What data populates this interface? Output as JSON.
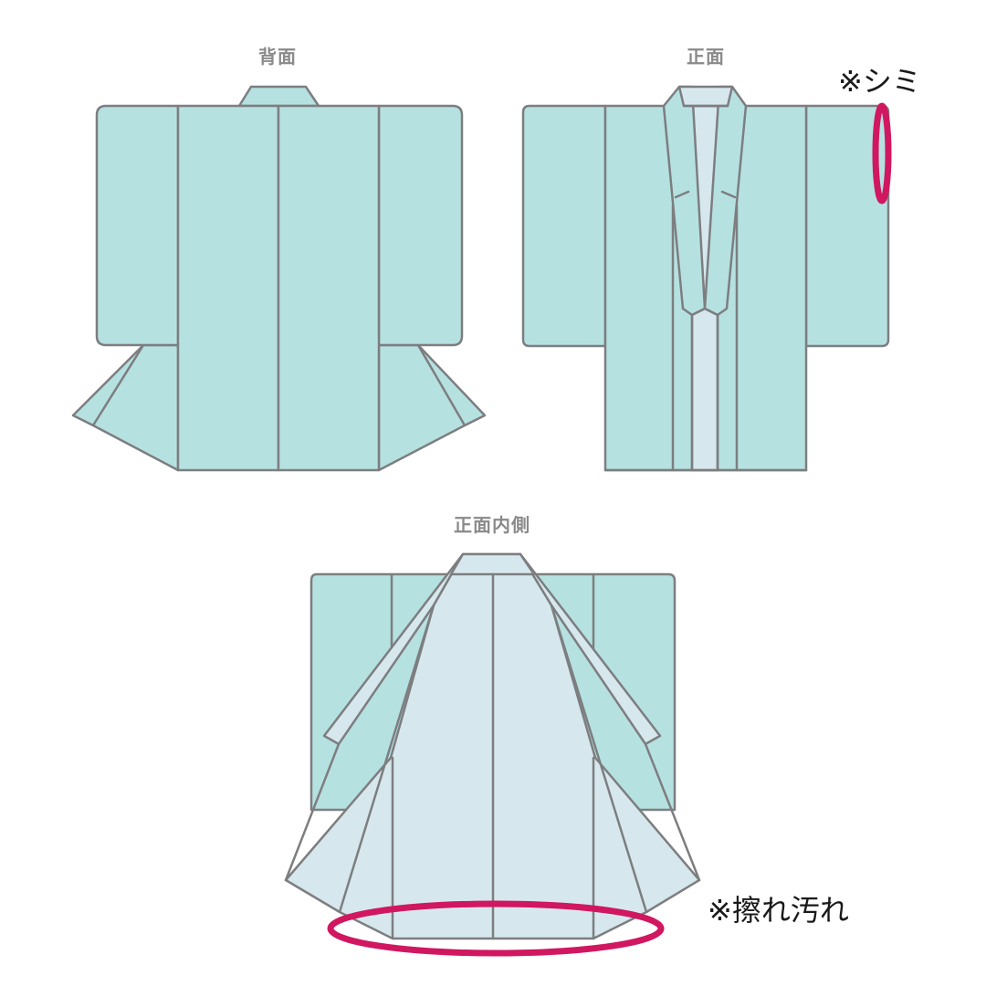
{
  "views": {
    "back": {
      "label": "背面"
    },
    "front": {
      "label": "正面"
    },
    "inside": {
      "label": "正面内側"
    }
  },
  "annotations": {
    "stain": {
      "label": "※シミ",
      "location": "front right sleeve edge",
      "color": "#d01760"
    },
    "wear": {
      "label": "※擦れ汚れ",
      "location": "inside hem",
      "color": "#d01760"
    }
  },
  "colors": {
    "outer_fabric": "#b6e1e1",
    "lining_fabric": "#d6e8ee",
    "outline": "#7d7e80",
    "label_text": "#8a8a8a",
    "mark": "#d01760"
  }
}
